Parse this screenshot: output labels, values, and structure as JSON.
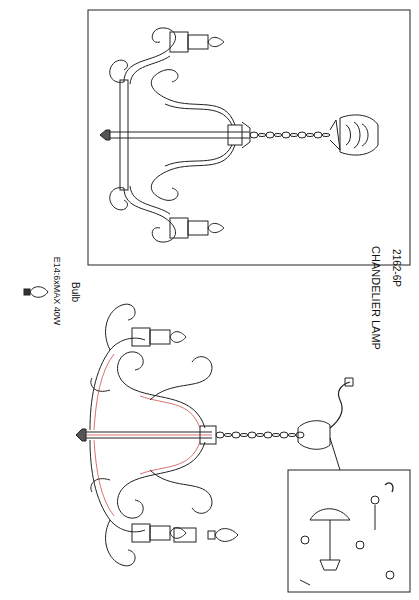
{
  "diagram": {
    "title": "CHANDELIER LAMP",
    "labels": [
      "2162-6P",
      "Bulb",
      "E14:6xMAX 40W"
    ]
  }
}
